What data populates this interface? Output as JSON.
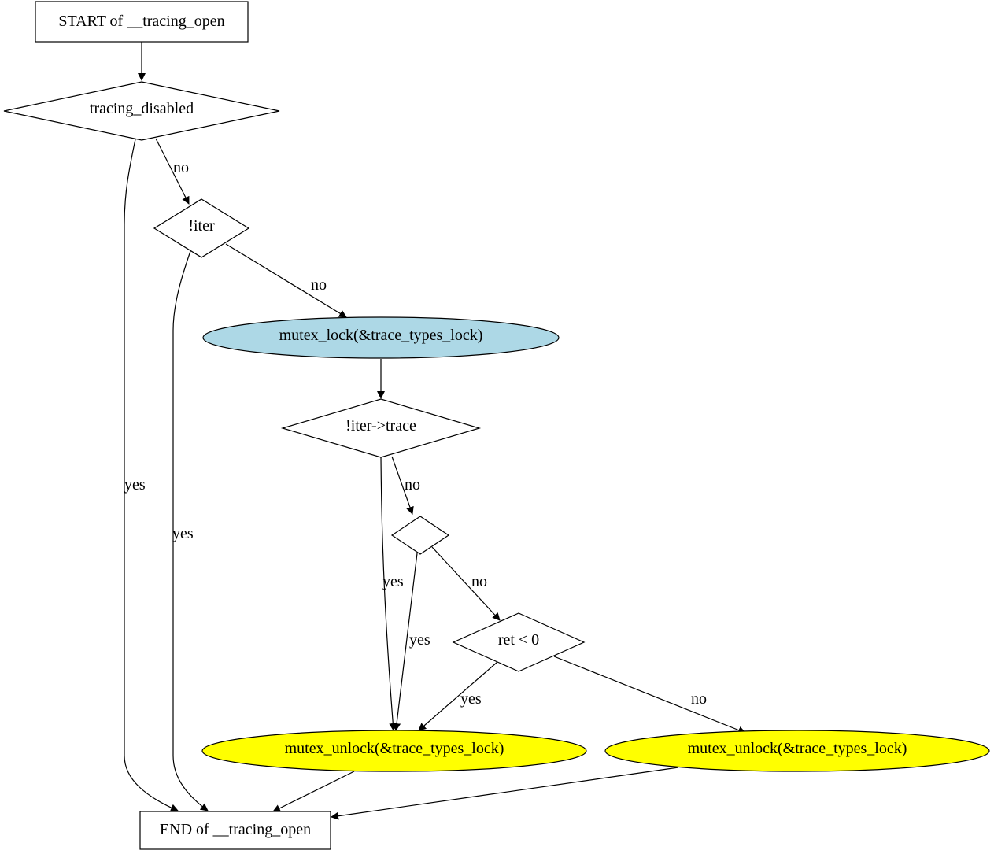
{
  "nodes": {
    "start": {
      "label": "START of __tracing_open",
      "shape": "box"
    },
    "tracing_disabled": {
      "label": "tracing_disabled",
      "shape": "diamond"
    },
    "not_iter": {
      "label": "!iter",
      "shape": "diamond"
    },
    "mutex_lock": {
      "label": "mutex_lock(&trace_types_lock)",
      "shape": "ellipse",
      "fill": "#add8e6"
    },
    "not_iter_trace": {
      "label": "!iter->trace",
      "shape": "diamond"
    },
    "empty_cond": {
      "label": "",
      "shape": "diamond"
    },
    "ret_lt_0": {
      "label": "ret < 0",
      "shape": "diamond"
    },
    "unlock_left": {
      "label": "mutex_unlock(&trace_types_lock)",
      "shape": "ellipse",
      "fill": "#ffff00"
    },
    "unlock_right": {
      "label": "mutex_unlock(&trace_types_lock)",
      "shape": "ellipse",
      "fill": "#ffff00"
    },
    "end": {
      "label": "END of __tracing_open",
      "shape": "box"
    }
  },
  "edges": {
    "td_no": "no",
    "td_yes": "yes",
    "ni_no": "no",
    "ni_yes": "yes",
    "nit_no": "no",
    "nit_yes": "yes",
    "ec_no": "no",
    "ec_yes": "yes",
    "ret_yes": "yes",
    "ret_no": "no"
  },
  "colors": {
    "lock_fill": "#add8e6",
    "unlock_fill": "#ffff00",
    "stroke": "#000000",
    "background": "#ffffff"
  }
}
